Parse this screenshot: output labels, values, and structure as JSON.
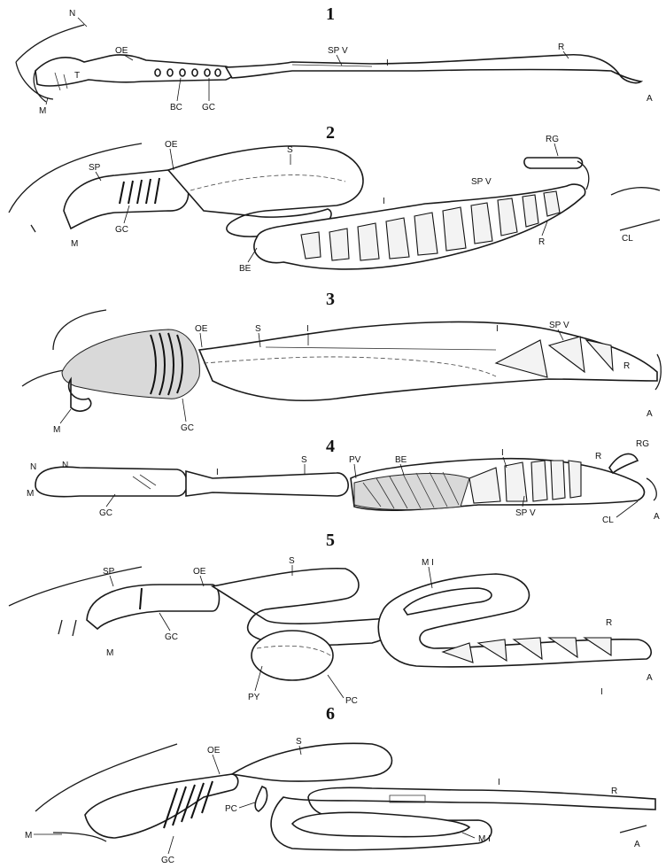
{
  "figures": [
    {
      "number": "1",
      "labels": {
        "n": "N",
        "t": "T",
        "m": "M",
        "oe": "OE",
        "bc": "BC",
        "gc": "GC",
        "spv": "SP V",
        "i": "I",
        "r": "R",
        "a": "A"
      }
    },
    {
      "number": "2",
      "labels": {
        "sp": "SP",
        "oe": "OE",
        "gc": "GC",
        "m": "M",
        "s": "S",
        "be": "BE",
        "i": "I",
        "spv": "SP V",
        "rg": "RG",
        "r": "R",
        "cl": "CL"
      }
    },
    {
      "number": "3",
      "labels": {
        "oe": "OE",
        "s": "S",
        "i1": "I",
        "i2": "I",
        "spv": "SP V",
        "gc": "GC",
        "m": "M",
        "r": "R",
        "a": "A"
      }
    },
    {
      "number": "4",
      "labels": {
        "n1": "N",
        "n2": "N",
        "m": "M",
        "gc": "GC",
        "i": "I",
        "s": "S",
        "pv": "PV",
        "be": "BE",
        "i2": "I",
        "r": "R",
        "rg": "RG",
        "spv": "SP V",
        "cl": "CL",
        "a": "A"
      }
    },
    {
      "number": "5",
      "labels": {
        "sp": "SP",
        "oe": "OE",
        "s": "S",
        "gc": "GC",
        "m": "M",
        "py": "PY",
        "pc": "PC",
        "mi": "M I",
        "i": "I",
        "r": "R",
        "a": "A"
      }
    },
    {
      "number": "6",
      "labels": {
        "s": "S",
        "oe": "OE",
        "m": "M",
        "pc": "PC",
        "gc": "GC",
        "mi": "M I",
        "i": "I",
        "r": "R",
        "a": "A"
      }
    }
  ]
}
